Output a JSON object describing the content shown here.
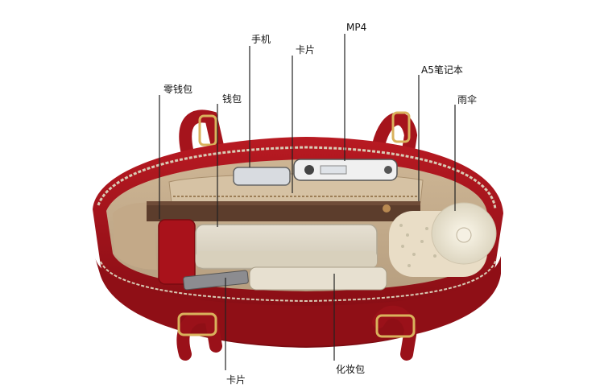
{
  "labels": {
    "coin_purse": "零钱包",
    "wallet": "钱包",
    "phone": "手机",
    "card_top": "卡片",
    "mp4": "MP4",
    "a5_notebook": "A5笔记本",
    "umbrella": "雨伞",
    "card_bottom": "卡片",
    "cosmetic_bag": "化妆包"
  },
  "colors": {
    "bag_red": "#a5141c",
    "hardware_gold": "#d9b25c",
    "lining": "#cdb594"
  }
}
